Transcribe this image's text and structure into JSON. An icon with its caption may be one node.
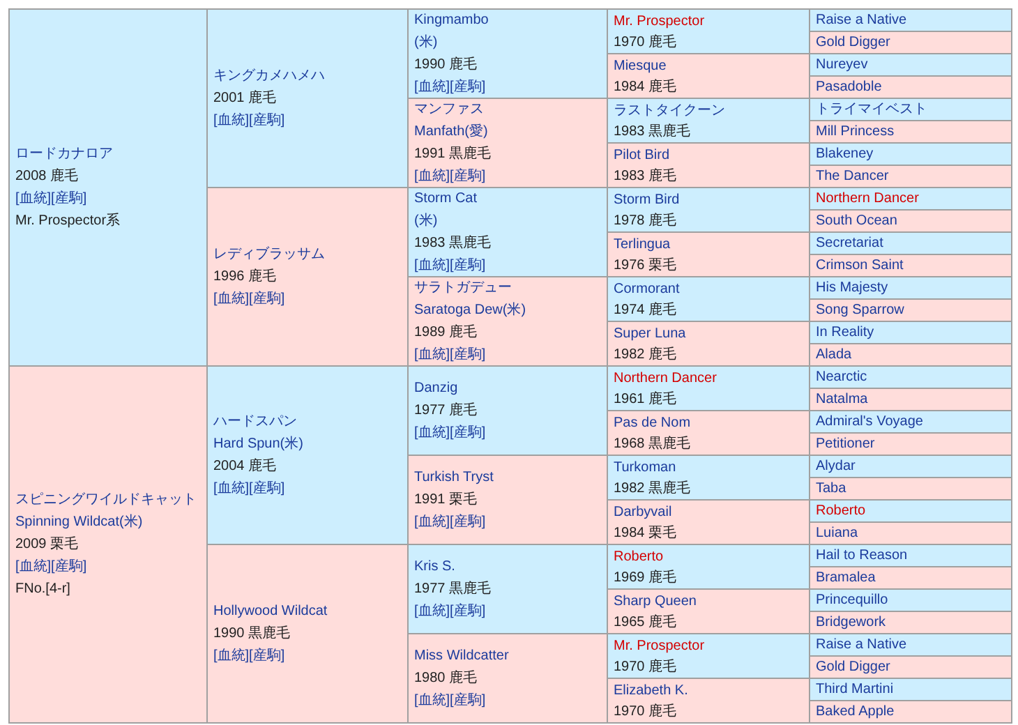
{
  "diagram": {
    "nodes": [
      {
        "text": [
          "ロードカナロア",
          "2008 鹿毛",
          "[血統][産駒]",
          "Mr. Prospector系"
        ]
      },
      {
        "text": [
          "キングカメハメハ",
          "2001 鹿毛",
          "[血統][産駒]"
        ]
      },
      {
        "text": [
          "Kingmambo",
          "(米)",
          "1990 鹿毛",
          "[血統][産駒]"
        ]
      },
      {
        "text": [
          "Mr. Prospector",
          "1970 鹿毛"
        ]
      },
      {
        "text": [
          "Raise a Native"
        ]
      },
      {
        "text": [
          "Gold Digger"
        ]
      },
      {
        "text": [
          "Miesque",
          "1984 鹿毛"
        ]
      },
      {
        "text": [
          "Nureyev"
        ]
      },
      {
        "text": [
          "Pasadoble"
        ]
      },
      {
        "text": [
          "マンファス",
          "Manfath(愛)",
          "1991 黒鹿毛",
          "[血統][産駒]"
        ]
      },
      {
        "text": [
          "ラストタイクーン",
          "1983 黒鹿毛"
        ]
      },
      {
        "text": [
          "トライマイベスト"
        ]
      },
      {
        "text": [
          "Mill Princess"
        ]
      },
      {
        "text": [
          "Pilot Bird",
          "1983 鹿毛"
        ]
      },
      {
        "text": [
          "Blakeney"
        ]
      },
      {
        "text": [
          "The Dancer"
        ]
      },
      {
        "text": [
          "レディブラッサム",
          "1996 鹿毛",
          "[血統][産駒]"
        ]
      },
      {
        "text": [
          "Storm Cat",
          "(米)",
          "1983 黒鹿毛",
          "[血統][産駒]"
        ]
      },
      {
        "text": [
          "Storm Bird",
          "1978 鹿毛"
        ]
      },
      {
        "text": [
          "Northern Dancer"
        ]
      },
      {
        "text": [
          "South Ocean"
        ]
      },
      {
        "text": [
          "Terlingua",
          "1976 栗毛"
        ]
      },
      {
        "text": [
          "Secretariat"
        ]
      },
      {
        "text": [
          "Crimson Saint"
        ]
      },
      {
        "text": [
          "サラトガデュー",
          "Saratoga Dew(米)",
          "1989 鹿毛",
          "[血統][産駒]"
        ]
      },
      {
        "text": [
          "Cormorant",
          "1974 鹿毛"
        ]
      },
      {
        "text": [
          "His Majesty"
        ]
      },
      {
        "text": [
          "Song Sparrow"
        ]
      },
      {
        "text": [
          "Super Luna",
          "1982 鹿毛"
        ]
      },
      {
        "text": [
          "In Reality"
        ]
      },
      {
        "text": [
          "Alada"
        ]
      },
      {
        "text": [
          "スピニングワイルドキャット",
          "Spinning Wildcat(米)",
          "2009 栗毛",
          "[血統][産駒]",
          "FNo.[4-r]"
        ]
      },
      {
        "text": [
          "ハードスパン",
          "Hard Spun(米)",
          "2004 鹿毛",
          "[血統][産駒]"
        ]
      },
      {
        "text": [
          "Danzig",
          "1977 鹿毛",
          "[血統][産駒]"
        ]
      },
      {
        "text": [
          "Northern Dancer",
          "1961 鹿毛"
        ]
      },
      {
        "text": [
          "Nearctic"
        ]
      },
      {
        "text": [
          "Natalma"
        ]
      },
      {
        "text": [
          "Pas de Nom",
          "1968 黒鹿毛"
        ]
      },
      {
        "text": [
          "Admiral's Voyage"
        ]
      },
      {
        "text": [
          "Petitioner"
        ]
      },
      {
        "text": [
          "Turkish Tryst",
          "1991 栗毛",
          "[血統][産駒]"
        ]
      },
      {
        "text": [
          "Turkoman",
          "1982 黒鹿毛"
        ]
      },
      {
        "text": [
          "Alydar"
        ]
      },
      {
        "text": [
          "Taba"
        ]
      },
      {
        "text": [
          "Darbyvail",
          "1984 栗毛"
        ]
      },
      {
        "text": [
          "Roberto"
        ]
      },
      {
        "text": [
          "Luiana"
        ]
      },
      {
        "text": [
          "Hollywood Wildcat",
          "1990 黒鹿毛",
          "[血統][産駒]"
        ]
      },
      {
        "text": [
          "Kris S.",
          "1977 黒鹿毛",
          "[血統][産駒]"
        ]
      },
      {
        "text": [
          "Roberto",
          "1969 鹿毛"
        ]
      },
      {
        "text": [
          "Hail to Reason"
        ]
      },
      {
        "text": [
          "Bramalea"
        ]
      },
      {
        "text": [
          "Sharp Queen",
          "1965 鹿毛"
        ]
      },
      {
        "text": [
          "Princequillo"
        ]
      },
      {
        "text": [
          "Bridgework"
        ]
      },
      {
        "text": [
          "Miss Wildcatter",
          "1980 鹿毛",
          "[血統][産駒]"
        ]
      },
      {
        "text": [
          "Mr. Prospector",
          "1970 鹿毛"
        ]
      },
      {
        "text": [
          "Raise a Native"
        ]
      },
      {
        "text": [
          "Gold Digger"
        ]
      },
      {
        "text": [
          "Elizabeth K.",
          "1970 鹿毛"
        ]
      },
      {
        "text": [
          "Third Martini"
        ]
      },
      {
        "text": [
          "Baked Apple"
        ]
      }
    ]
  }
}
